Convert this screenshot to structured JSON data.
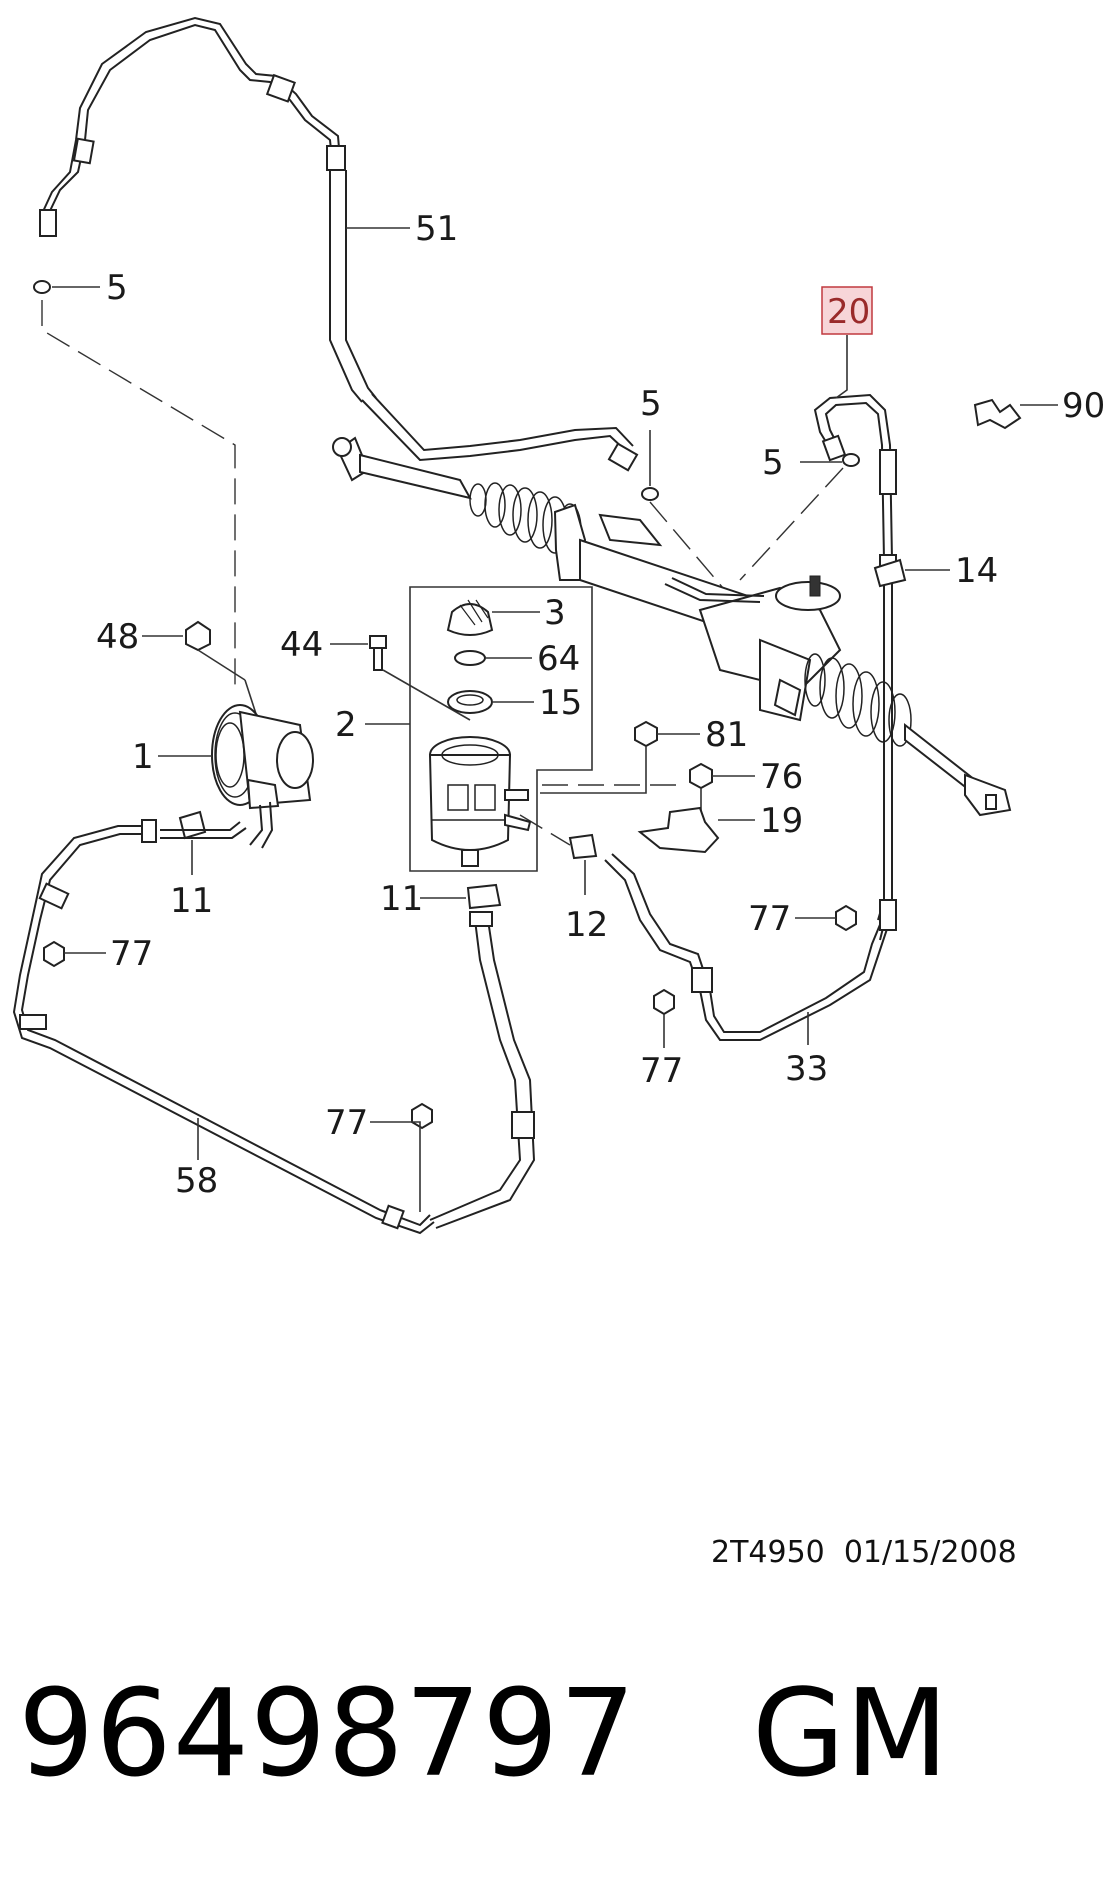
{
  "diagram": {
    "highlight_color": "#f7d5d8",
    "highlight_border": "#c0393f",
    "callouts": {
      "c51": "51",
      "c5_left": "5",
      "c5_mid": "5",
      "c5_right": "5",
      "c20": "20",
      "c90": "90",
      "c14": "14",
      "c48": "48",
      "c44": "44",
      "c3": "3",
      "c64": "64",
      "c15": "15",
      "c2": "2",
      "c81": "81",
      "c76": "76",
      "c19": "19",
      "c1": "1",
      "c11_left": "11",
      "c11_mid": "11",
      "c12": "12",
      "c77_left": "77",
      "c77_right_top": "77",
      "c77_right_bottom": "77",
      "c77_bottom": "77",
      "c33": "33",
      "c58": "58"
    }
  },
  "footer": {
    "code_date": "2T4950  01/15/2008",
    "part_number": "96498797",
    "brand": "GM"
  }
}
